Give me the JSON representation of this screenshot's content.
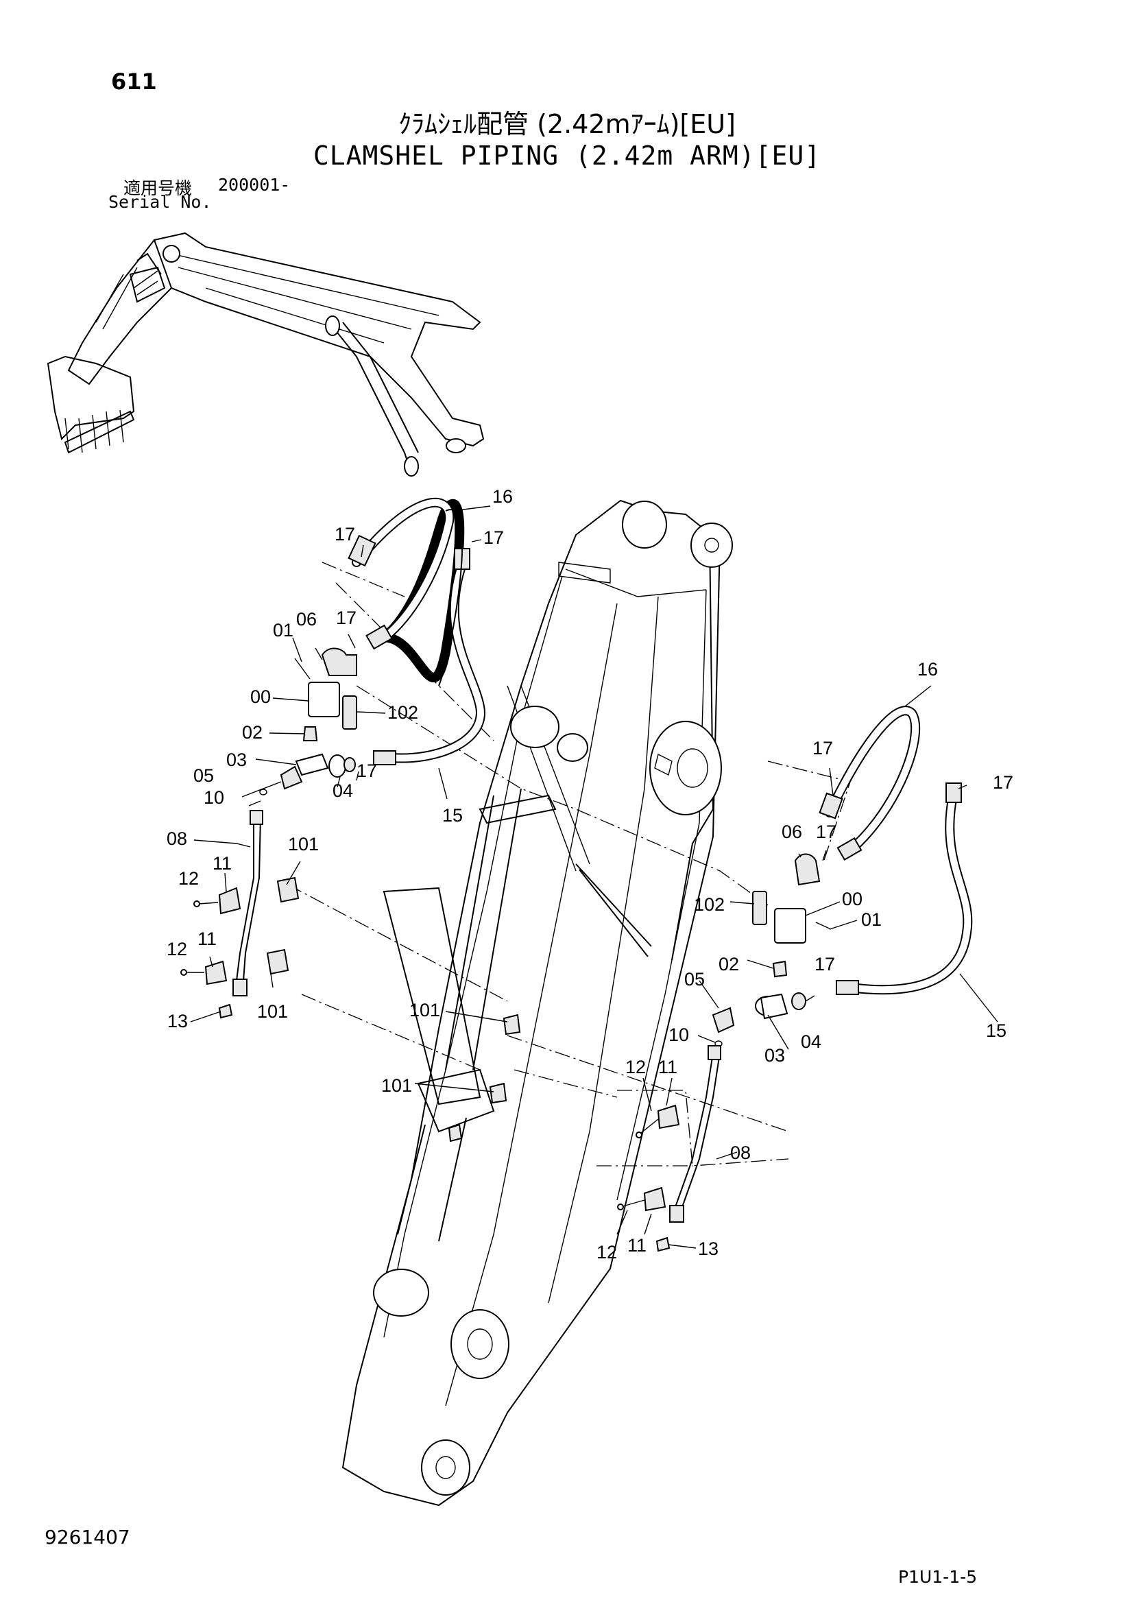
{
  "page_number": "611",
  "title_jp": "ｸﾗﾑｼｪﾙ配管 (2.42mｱｰﾑ)[EU]",
  "title_en": "CLAMSHEL PIPING (2.42m ARM)[EU]",
  "serial": {
    "label_jp": "適用号機",
    "label_en": "Serial No.",
    "value": "200001-"
  },
  "doc_number": "9261407",
  "page_ref": "P1U1-1-5",
  "callouts_left": {
    "c16": "16",
    "c17a": "17",
    "c17b": "17",
    "c17c": "17",
    "c17d": "17",
    "c01": "01",
    "c06": "06",
    "c00": "00",
    "c102": "102",
    "c02": "02",
    "c03": "03",
    "c05": "05",
    "c10": "10",
    "c04": "04",
    "c15": "15",
    "c08": "08",
    "c11a": "11",
    "c12a": "12",
    "c101a": "101",
    "c12b": "12",
    "c11b": "11",
    "c13": "13",
    "c101b": "101",
    "c101c": "101",
    "c101d": "101"
  },
  "callouts_right": {
    "c16": "16",
    "c17a": "17",
    "c17b": "17",
    "c17c": "17",
    "c17d": "17",
    "c06": "06",
    "c102": "102",
    "c00": "00",
    "c01": "01",
    "c02": "02",
    "c05": "05",
    "c04": "04",
    "c03": "03",
    "c10": "10",
    "c15": "15",
    "c12a": "12",
    "c11a": "11",
    "c08": "08",
    "c12b": "12",
    "c11b": "11",
    "c13": "13"
  }
}
